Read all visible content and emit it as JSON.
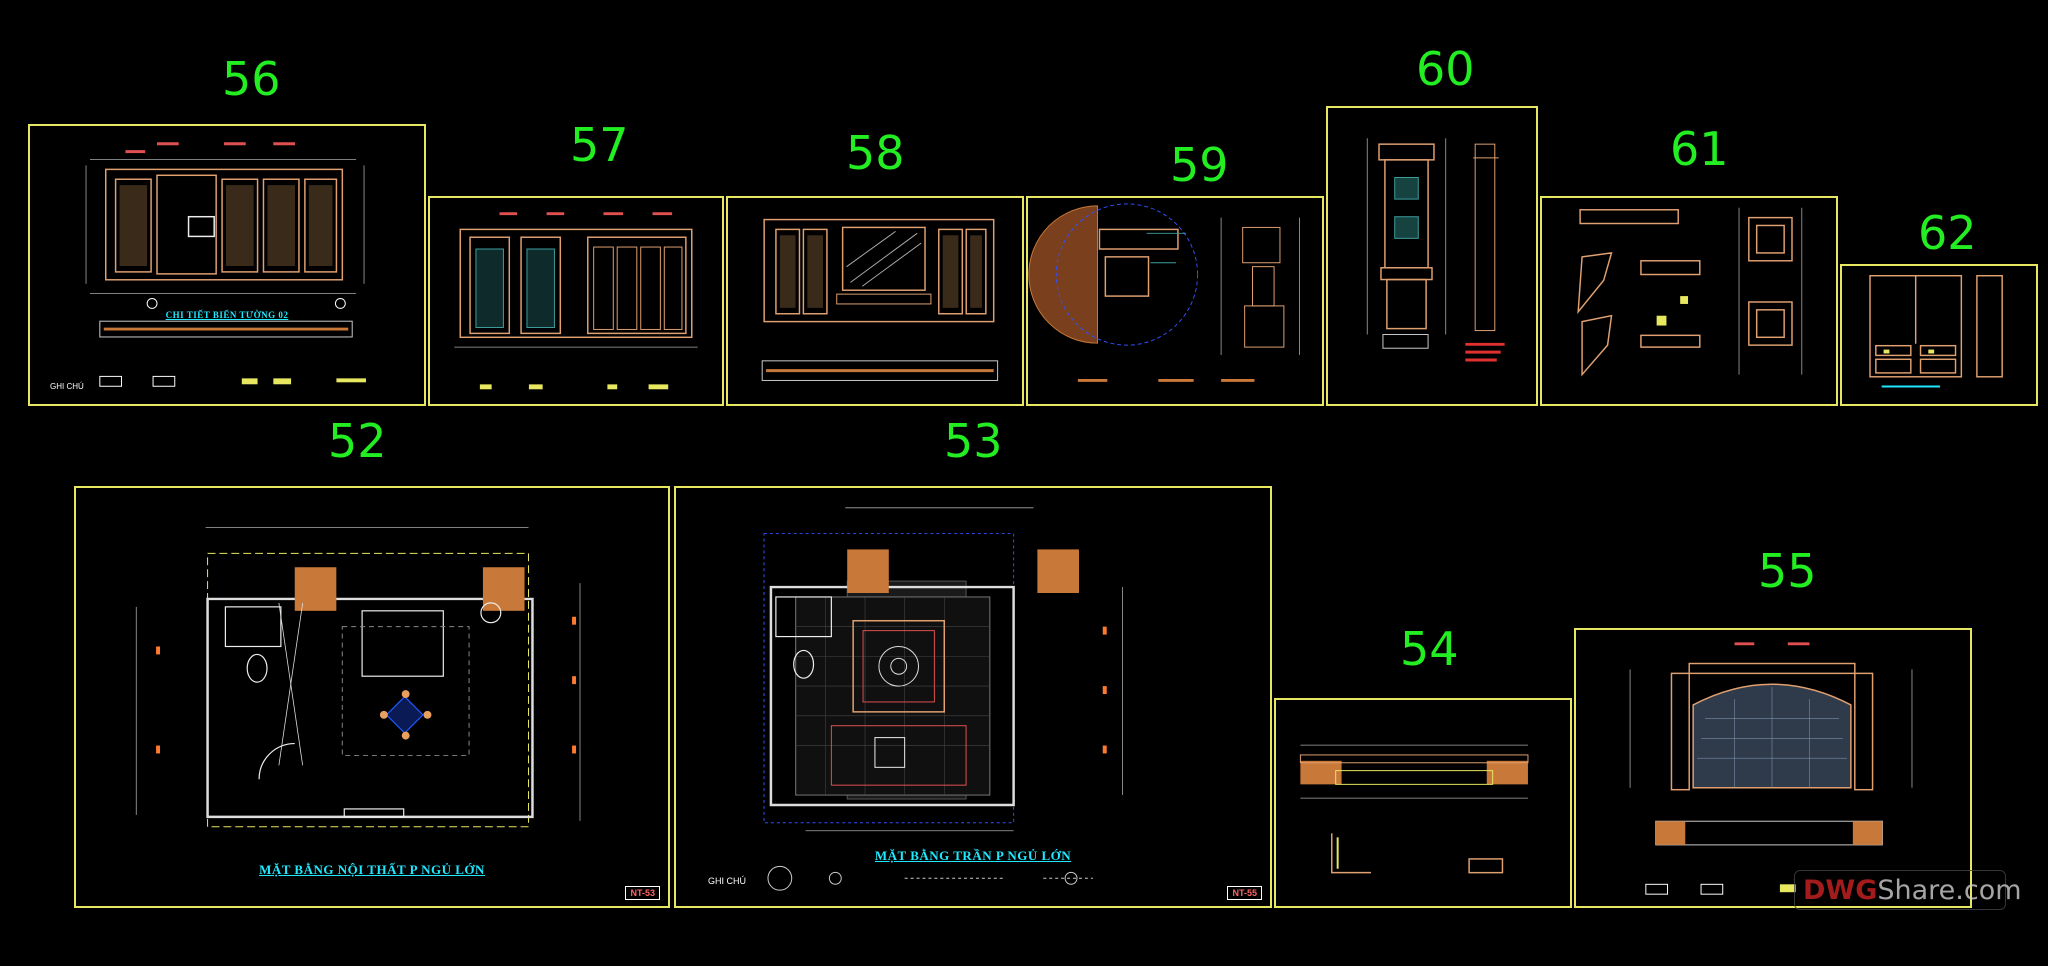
{
  "sheets": [
    {
      "id": "56",
      "number": "56",
      "title": "CHI TIẾT BIỂN TƯỜNG 02"
    },
    {
      "id": "57",
      "number": "57",
      "title": ""
    },
    {
      "id": "58",
      "number": "58",
      "title": ""
    },
    {
      "id": "59",
      "number": "59",
      "title": ""
    },
    {
      "id": "60",
      "number": "60",
      "title": ""
    },
    {
      "id": "61",
      "number": "61",
      "title": ""
    },
    {
      "id": "62",
      "number": "62",
      "title": ""
    },
    {
      "id": "52",
      "number": "52",
      "title": "MẶT BẰNG NỘI THẤT P NGỦ LỚN",
      "code": "NT-53"
    },
    {
      "id": "53",
      "number": "53",
      "title": "MẶT BẰNG TRẦN P NGỦ LỚN",
      "code": "NT-55"
    },
    {
      "id": "54",
      "number": "54",
      "title": ""
    },
    {
      "id": "55",
      "number": "55",
      "title": ""
    }
  ],
  "legend_label": "GHI CHÚ",
  "watermark": {
    "prefix": "DWG",
    "suffix": "Share.com"
  },
  "colors": {
    "frame": "#e8e860",
    "number": "#22ee22",
    "title": "#20e8ff",
    "wood": "#e0a070",
    "hatch": "#c87838"
  }
}
